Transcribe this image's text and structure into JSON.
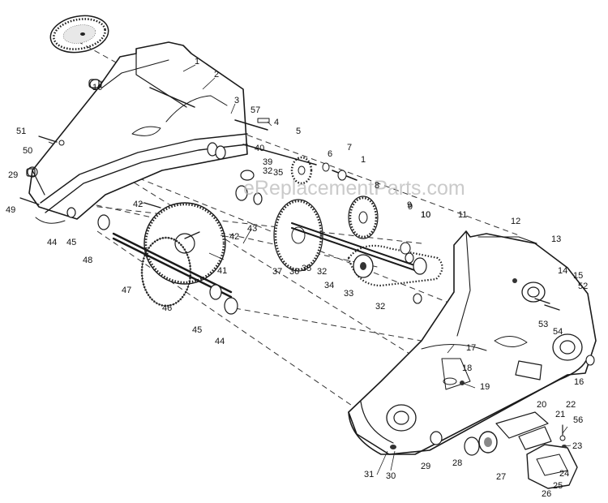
{
  "watermark": "eReplacementParts.com",
  "part_labels": [
    "1",
    "2",
    "3",
    "57",
    "4",
    "5",
    "6",
    "7",
    "1",
    "8",
    "9",
    "10",
    "11",
    "12",
    "13",
    "14",
    "15",
    "52",
    "53",
    "54",
    "16",
    "16",
    "51",
    "50",
    "29",
    "49",
    "44",
    "45",
    "48",
    "47",
    "46",
    "45",
    "44",
    "43",
    "42",
    "42",
    "41",
    "40",
    "39",
    "32",
    "35",
    "37",
    "36",
    "35",
    "32",
    "34",
    "33",
    "32",
    "9",
    "10",
    "17",
    "18",
    "19",
    "20",
    "21",
    "22",
    "56",
    "23",
    "24",
    "25",
    "26",
    "27",
    "28",
    "29",
    "30",
    "31"
  ]
}
